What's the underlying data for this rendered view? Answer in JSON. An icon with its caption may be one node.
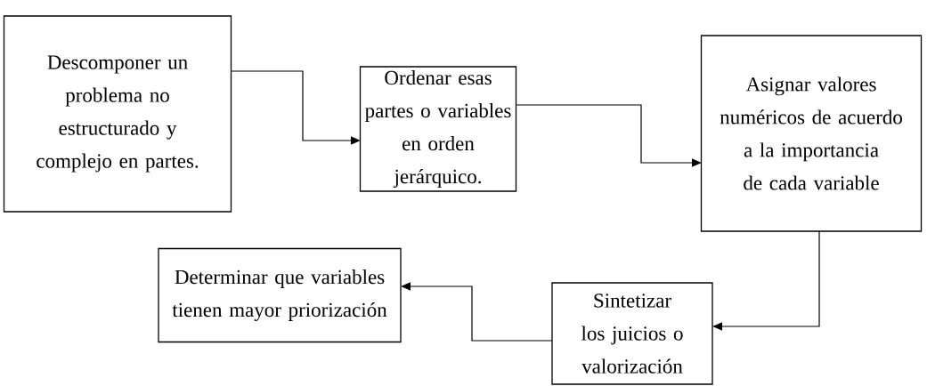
{
  "diagram": {
    "nodes": [
      {
        "text": [
          "Descomponer un problema no estructurado y complejo en partes."
        ]
      },
      {
        "text": [
          "Ordenar esas partes o variables en orden jerárquico."
        ]
      },
      {
        "text": [
          "Asignar valores numéricos de acuerdo a la importancia de cada variable"
        ]
      },
      {
        "text": [
          "Determinar que variables tienen mayor priorización"
        ]
      },
      {
        "text": [
          "Sintetizar los juicios o valorización"
        ]
      }
    ],
    "edges": [
      {
        "from": 0,
        "to": 1,
        "arrow": "to"
      },
      {
        "from": 1,
        "to": 2,
        "arrow": "to"
      },
      {
        "from": 2,
        "to": 4,
        "arrow": "to"
      },
      {
        "from": 4,
        "to": 3,
        "arrow": "to"
      }
    ]
  }
}
